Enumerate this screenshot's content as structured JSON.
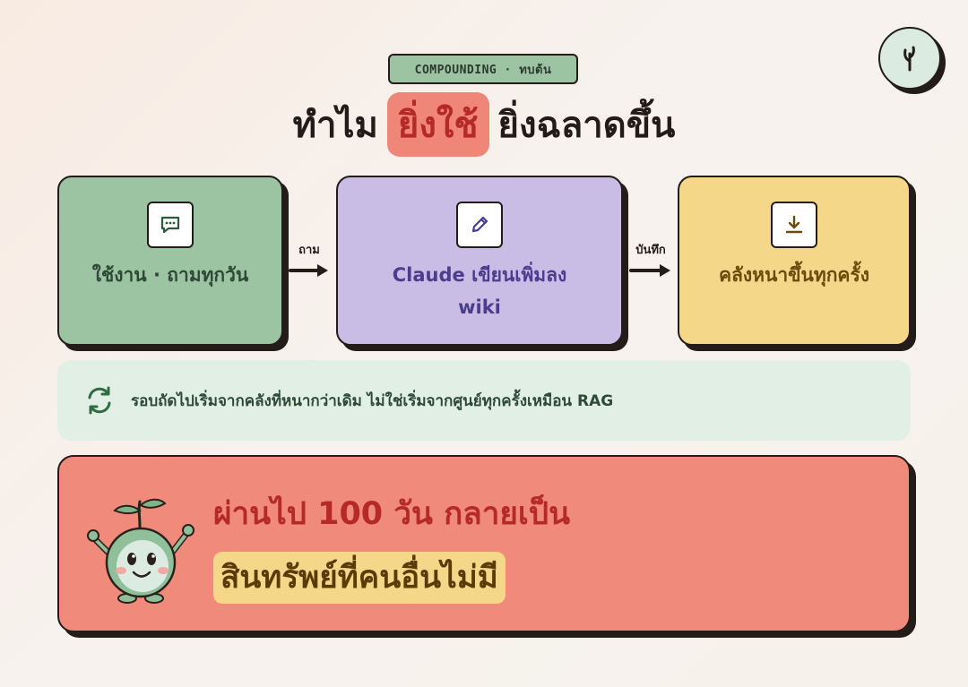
{
  "badge": {
    "label": "COMPOUNDING · ทบต้น"
  },
  "title": {
    "before": "ทำไม",
    "highlight": "ยิ่งใช้",
    "after": "ยิ่งฉลาดขึ้น"
  },
  "steps": [
    {
      "icon": "chat-icon",
      "label": "ใช้งาน · ถามทุกวัน",
      "color": "#9cc4a2"
    },
    {
      "icon": "pencil-icon",
      "label": "Claude เขียนเพิ่มลง wiki",
      "color": "#c9bde6"
    },
    {
      "icon": "download-icon",
      "label": "คลังหนาขึ้นทุกครั้ง",
      "color": "#f5d78a"
    }
  ],
  "arrows": [
    {
      "label": "ถาม"
    },
    {
      "label": "บันทึก"
    }
  ],
  "loop": {
    "icon": "refresh-icon",
    "text": "รอบถัดไปเริ่มจากคลังที่หนากว่าเดิม ไม่ใช่เริ่มจากศูนย์ทุกครั้งเหมือน RAG"
  },
  "conclusion": {
    "line1": "ผ่านไป 100 วัน กลายเป็น",
    "line2": "สินทรัพย์ที่คนอื่นไม่มี",
    "mascot": "sprout-mascot-icon"
  },
  "colors": {
    "accent_red": "#f08a7b",
    "accent_green": "#9cc4a2",
    "accent_purple": "#c9bde6",
    "accent_yellow": "#f5d78a",
    "ink": "#241c18"
  }
}
